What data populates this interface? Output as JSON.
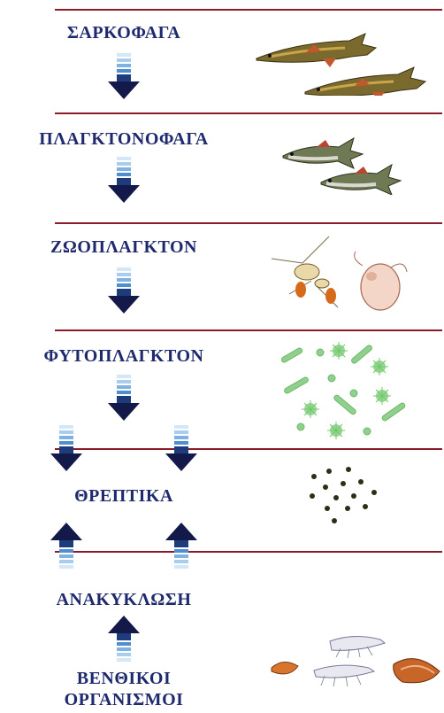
{
  "levels": {
    "carnivores": "ΣΑΡΚΟΦΑΓΑ",
    "planktivores": "ΠΛΑΓΚΤΟΝΟΦΑΓΑ",
    "zooplankton": "ΖΩΟΠΛΑΓΚΤΟΝ",
    "phytoplankton": "ΦΥΤΟΠΛΑΓΚΤΟΝ",
    "nutrients": "ΘΡΕΠΤΙΚΑ",
    "recycling": "ΑΝΑΚΥΚΛΩΣΗ",
    "benthic_line1": "ΒΕΝΘΙΚΟΙ",
    "benthic_line2": "ΟΡΓΑΝΙΣΜΟΙ"
  },
  "colors": {
    "label": "#1f2a6e",
    "divider": "#8b1a2b",
    "arrow": "#131a4a",
    "arrow_stripe": "#5b9bd5",
    "phytoplankton": "#8fd08c",
    "nutrient_dot": "#2b2f14"
  },
  "icons": {
    "carnivores": "pike-fish-illustration",
    "planktivores": "small-fish-illustration",
    "zooplankton": "copepod-daphnia-illustration",
    "phytoplankton": "algae-cells-illustration",
    "nutrients": "nutrient-dots-illustration",
    "benthic": "amphipod-clam-illustration"
  }
}
